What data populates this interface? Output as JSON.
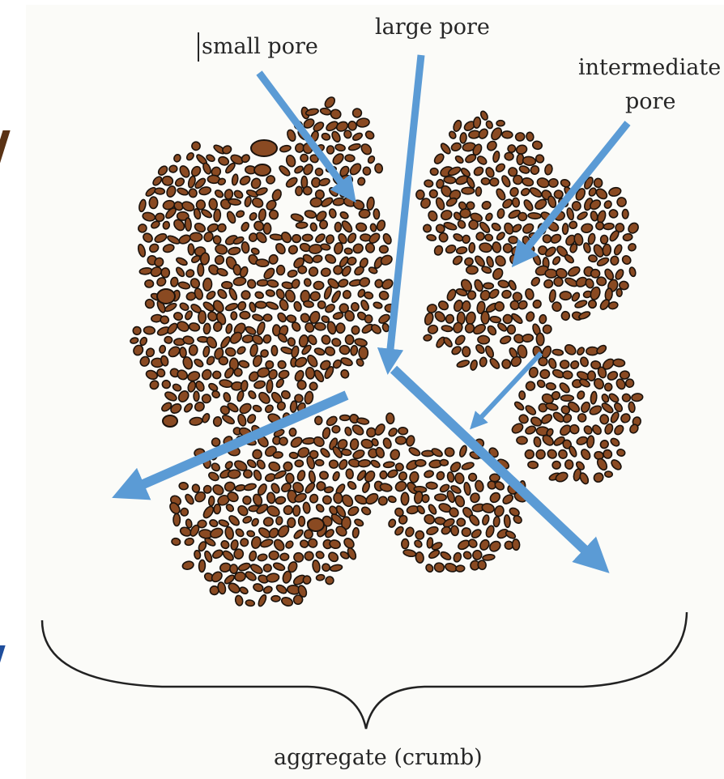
{
  "labels": {
    "small_pore": "small pore",
    "large_pore": "large pore",
    "intermediate_1": "intermediate",
    "intermediate_2": "pore",
    "aggregate": "aggregate (crumb)"
  },
  "edge_marks": {
    "top_left": "/",
    "bottom_left": "/"
  },
  "colors": {
    "background": "#ffffff",
    "panel": "#fbfbf8",
    "particle_fill": "#8a4a22",
    "particle_stroke": "#1a120c",
    "arrow": "#5b9bd5",
    "brace": "#222222",
    "edge_mark_top": "#5a3215",
    "edge_mark_bottom": "#1f4e9c"
  }
}
